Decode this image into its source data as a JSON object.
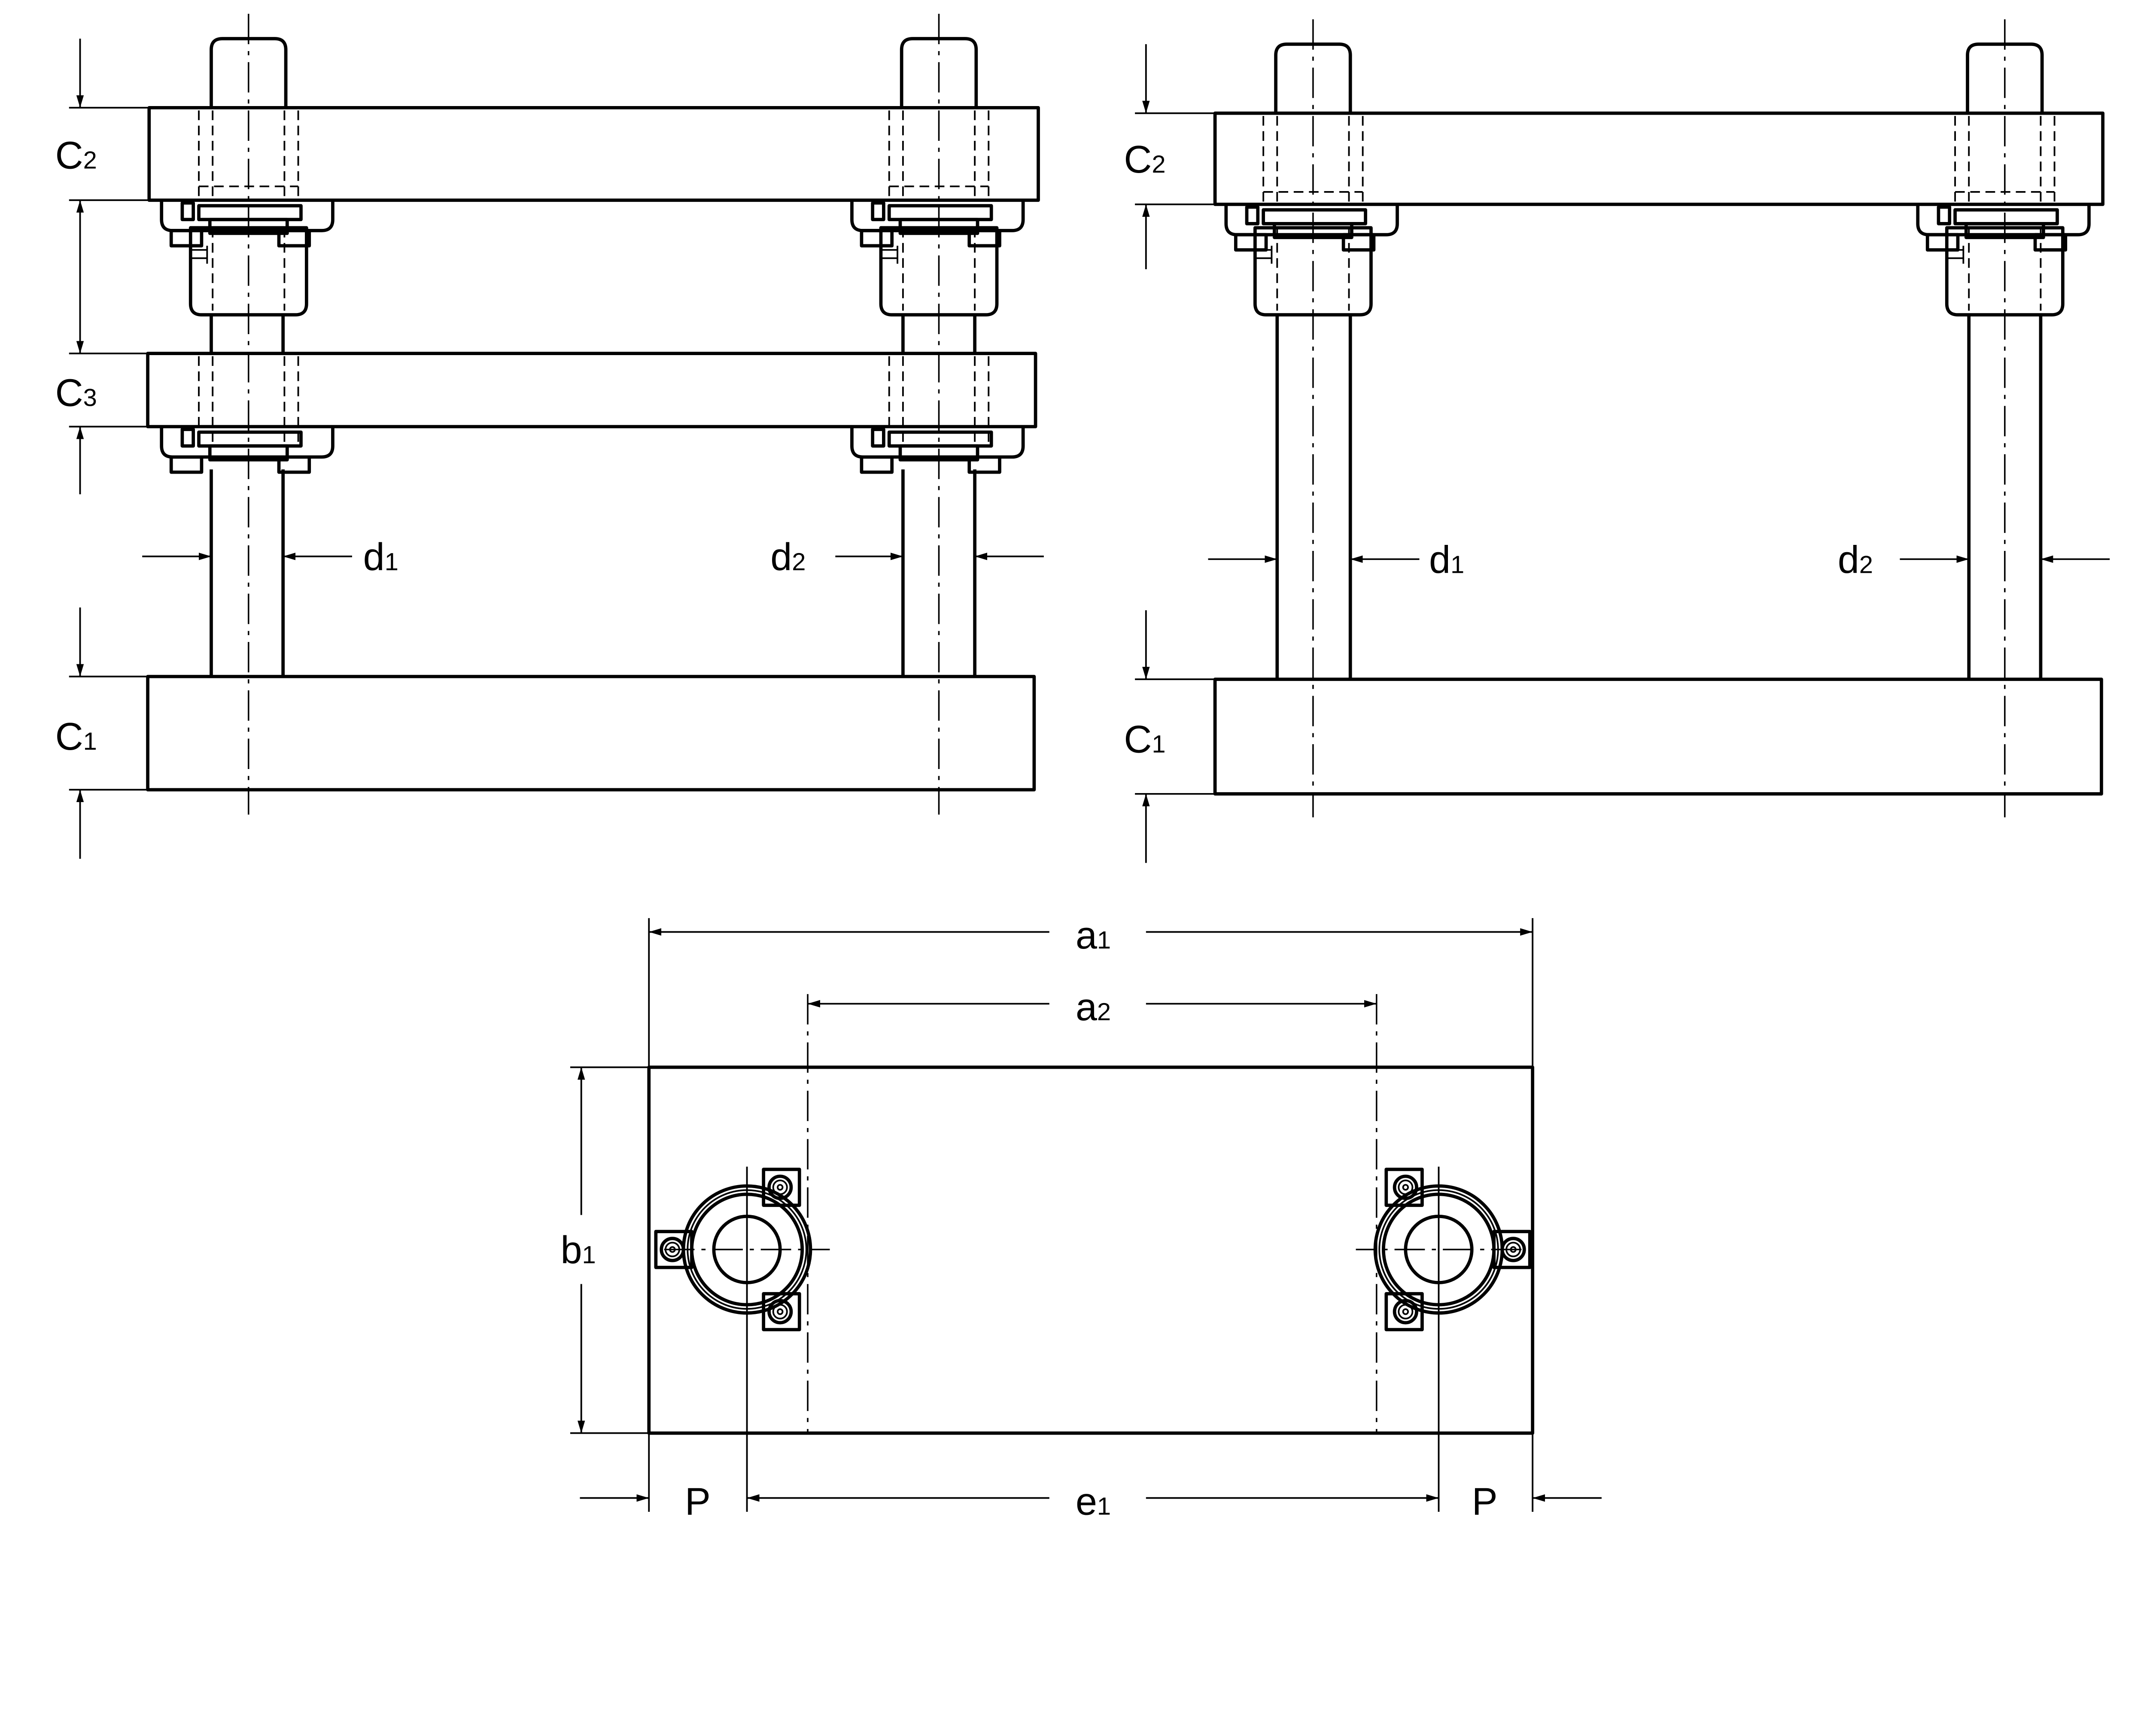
{
  "colors": {
    "ink": "#000000",
    "paper": "#ffffff"
  },
  "views": {
    "left_elevation": {
      "labels": {
        "c2": {
          "main": "C",
          "sub": "2"
        },
        "c3": {
          "main": "C",
          "sub": "3"
        },
        "c1": {
          "main": "C",
          "sub": "1"
        },
        "d1": {
          "main": "d",
          "sub": "1"
        },
        "d2": {
          "main": "d",
          "sub": "2"
        }
      }
    },
    "right_elevation": {
      "labels": {
        "c2": {
          "main": "C",
          "sub": "2"
        },
        "c1": {
          "main": "C",
          "sub": "1"
        },
        "d1": {
          "main": "d",
          "sub": "1"
        },
        "d2": {
          "main": "d",
          "sub": "2"
        }
      }
    },
    "plan_view": {
      "labels": {
        "a1": {
          "main": "a",
          "sub": "1"
        },
        "a2": {
          "main": "a",
          "sub": "2"
        },
        "b1": {
          "main": "b",
          "sub": "1"
        },
        "e1": {
          "main": "e",
          "sub": "1"
        },
        "p_left": "P",
        "p_right": "P"
      }
    }
  }
}
